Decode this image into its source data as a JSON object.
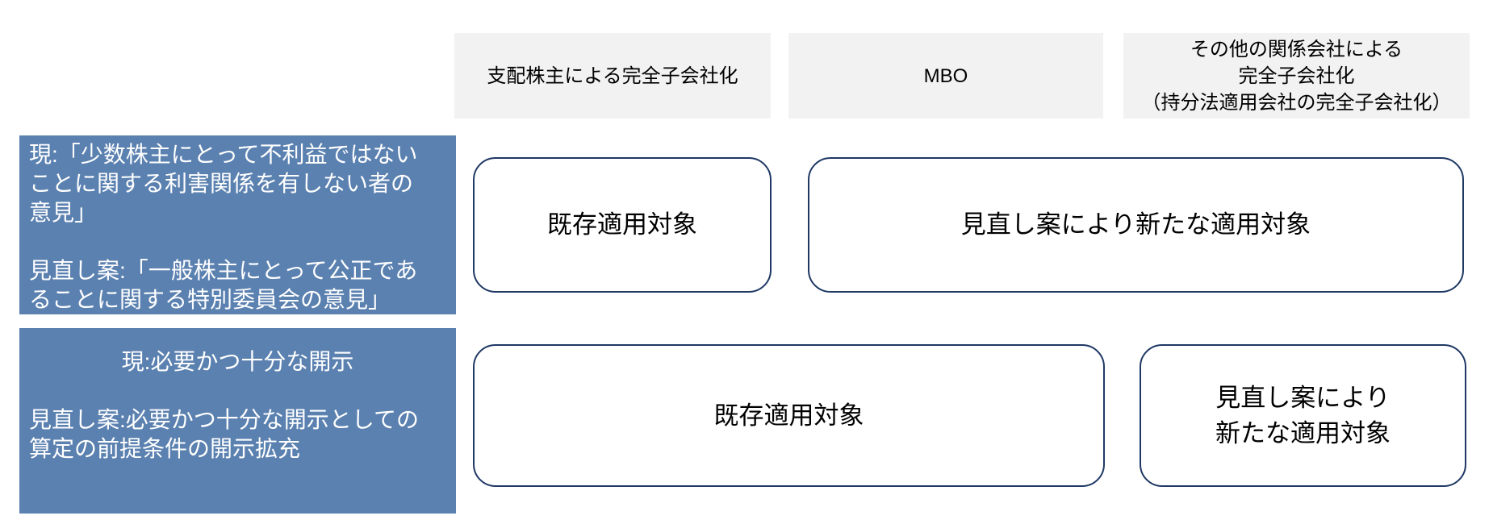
{
  "diagram": {
    "columns": {
      "col1": {
        "label": "支配株主による完全子会社化"
      },
      "col2": {
        "label": "MBO"
      },
      "col3": {
        "label_line1": "その他の関係会社による",
        "label_line2": "完全子会社化",
        "label_line3": "（持分法適用会社の完全子会社化）"
      }
    },
    "row1": {
      "header": {
        "current_line1": "現:「少数株主にとって不利益ではない",
        "current_line2": "ことに関する利害関係を有しない者の",
        "current_line3": "意見」",
        "proposal_line1": "見直し案:「一般株主にとって公正であ",
        "proposal_line2": "ることに関する特別委員会の意見」"
      },
      "cell_existing": "既存適用対象",
      "cell_new": "見直し案により新たな適用対象"
    },
    "row2": {
      "header": {
        "current": "現:必要かつ十分な開示",
        "proposal_line1": "見直し案:必要かつ十分な開示としての",
        "proposal_line2": "算定の前提条件の開示拡充"
      },
      "cell_existing": "既存適用対象",
      "cell_new_line1": "見直し案により",
      "cell_new_line2": "新たな適用対象"
    },
    "colors": {
      "column_header_bg": "#f2f2f2",
      "row_header_bg": "#5b81b0",
      "cell_border": "#1f3864",
      "text_dark": "#000000",
      "text_light": "#ffffff"
    }
  }
}
